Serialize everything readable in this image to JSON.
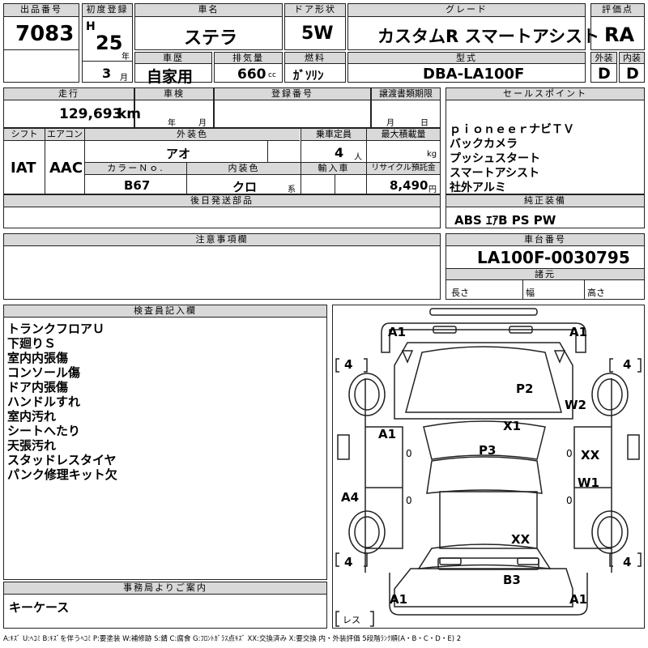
{
  "header": {
    "lot_label": "出品番号",
    "lot_value": "7083",
    "first_reg_label": "初度登録",
    "era": "H",
    "year": "25",
    "year_unit": "年",
    "month": "3",
    "month_unit": "月",
    "car_name_label": "車名",
    "car_name": "ステラ",
    "door_label": "ドア形状",
    "door": "5W",
    "grade_label": "グレード",
    "grade": "カスタムR スマートアシスト",
    "score_label": "評価点",
    "score": "RA",
    "history_label": "車歴",
    "history": "自家用",
    "displacement_label": "排気量",
    "displacement": "660",
    "displacement_unit": "cc",
    "fuel_label": "燃料",
    "fuel": "ｶﾞｿﾘﾝ",
    "model_label": "型式",
    "model": "DBA-LA100F",
    "exterior_label": "外装",
    "exterior": "D",
    "interior_label": "内装",
    "interior": "D"
  },
  "row2": {
    "mileage_label": "走行",
    "mileage": "129,693",
    "mileage_unit": "km",
    "inspection_label": "車検",
    "insp_year_unit": "年",
    "insp_month_unit": "月",
    "regno_label": "登録番号",
    "transfer_label": "譲渡書類期限",
    "transfer_month_unit": "月",
    "transfer_day_unit": "日",
    "sales_label": "セールスポイント",
    "sales_points": [
      "ｐｉｏｎｅｅｒナビＴＶ",
      "バックカメラ",
      "プッシュスタート",
      "スマートアシスト",
      "社外アルミ"
    ]
  },
  "row3": {
    "shift_label": "シフト",
    "shift": "IAT",
    "ac_label": "エアコン",
    "ac": "AAC",
    "ext_color_label": "外装色",
    "ext_color": "アオ",
    "capacity_label": "乗車定員",
    "capacity": "4",
    "capacity_unit": "人",
    "load_label": "最大積載量",
    "load_unit": "kg",
    "color_no_label": "カラーＮｏ.",
    "color_no": "B67",
    "int_color_label": "内装色",
    "int_color": "クロ",
    "int_color_unit": "系",
    "import_label": "輸入車",
    "recycle_label": "リサイクル預託金",
    "recycle": "8,490",
    "recycle_unit": "円"
  },
  "later_parts_label": "後日発送部品",
  "equipment_label": "純正装備",
  "equipment": "ABS ｴｱB PS PW",
  "notes_label": "注意事項欄",
  "chassis_label": "車台番号",
  "chassis": "LA100F-0030795",
  "dims_label": "諸元",
  "length_label": "長さ",
  "width_label": "幅",
  "height_label": "高さ",
  "inspector_label": "検査員記入欄",
  "inspector_notes": [
    "トランクフロアＵ",
    "下廻りＳ",
    "室内内張傷",
    "コンソール傷",
    "ドア内張傷",
    "ハンドルすれ",
    "室内汚れ",
    "シートへたり",
    "天張汚れ",
    "スタッドレスタイヤ",
    "パンク修理キット欠"
  ],
  "office_label": "事務局よりご案内",
  "office_note": "キーケース",
  "diagram": {
    "marks": {
      "a1_tl": "A1",
      "a1_tr": "A1",
      "p2": "P2",
      "w2": "W2",
      "x1": "X1",
      "a1_left": "A1",
      "p3": "P3",
      "xx_right": "XX",
      "w1": "W1",
      "a4": "A4",
      "xx_rear": "XX",
      "b3": "B3",
      "a1_bl": "A1",
      "a1_br": "A1",
      "tire_tl": "4",
      "tire_tr": "4",
      "tire_bl": "4",
      "tire_br": "4",
      "zero_l": "0",
      "zero_r": "0",
      "zero_l2": "0",
      "zero_r2": "0",
      "res": "レス"
    }
  },
  "legend": "A:ｷｽﾞ  U:ﾍｺﾐ  B:ｷｽﾞを伴うﾍｺﾐ  P:要塗装  W:補修跡  S:錆  C:腐食  G:ﾌﾛﾝﾄｶﾞﾗｽ点ｷｽﾞ  XX:交換済み  X:要交換   内・外装評価  5段階ﾗﾝｸ順(A・B・C・D・E)  2"
}
